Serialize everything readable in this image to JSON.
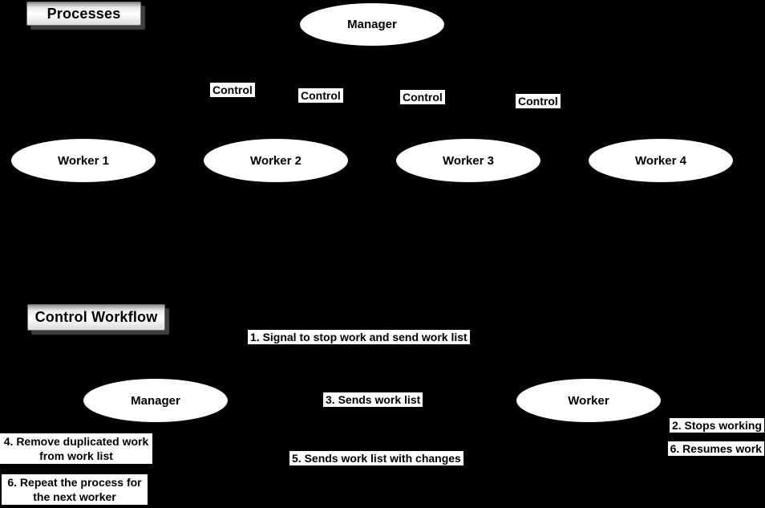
{
  "colors": {
    "background": "#000000",
    "node_fill": "#ffffff",
    "node_text": "#000000",
    "label_bg": "#ffffff",
    "label_text": "#000000",
    "button_shadow": "#3f3f3f"
  },
  "processes_section": {
    "title": "Processes",
    "manager_label": "Manager",
    "control_edge_labels": [
      "Control",
      "Control",
      "Control",
      "Control"
    ],
    "workers": [
      "Worker 1",
      "Worker 2",
      "Worker 3",
      "Worker 4"
    ]
  },
  "workflow_section": {
    "title": "Control Workflow",
    "manager_label": "Manager",
    "worker_label": "Worker",
    "step1": "1. Signal to stop work and send work list",
    "step2": "2. Stops working",
    "step3": "3. Sends work list",
    "step4": "4. Remove duplicated work\nfrom work list",
    "step5": "5. Sends work list with changes",
    "step6_resume": "6. Resumes work",
    "step6_repeat": "6. Repeat the process for\nthe next worker"
  }
}
